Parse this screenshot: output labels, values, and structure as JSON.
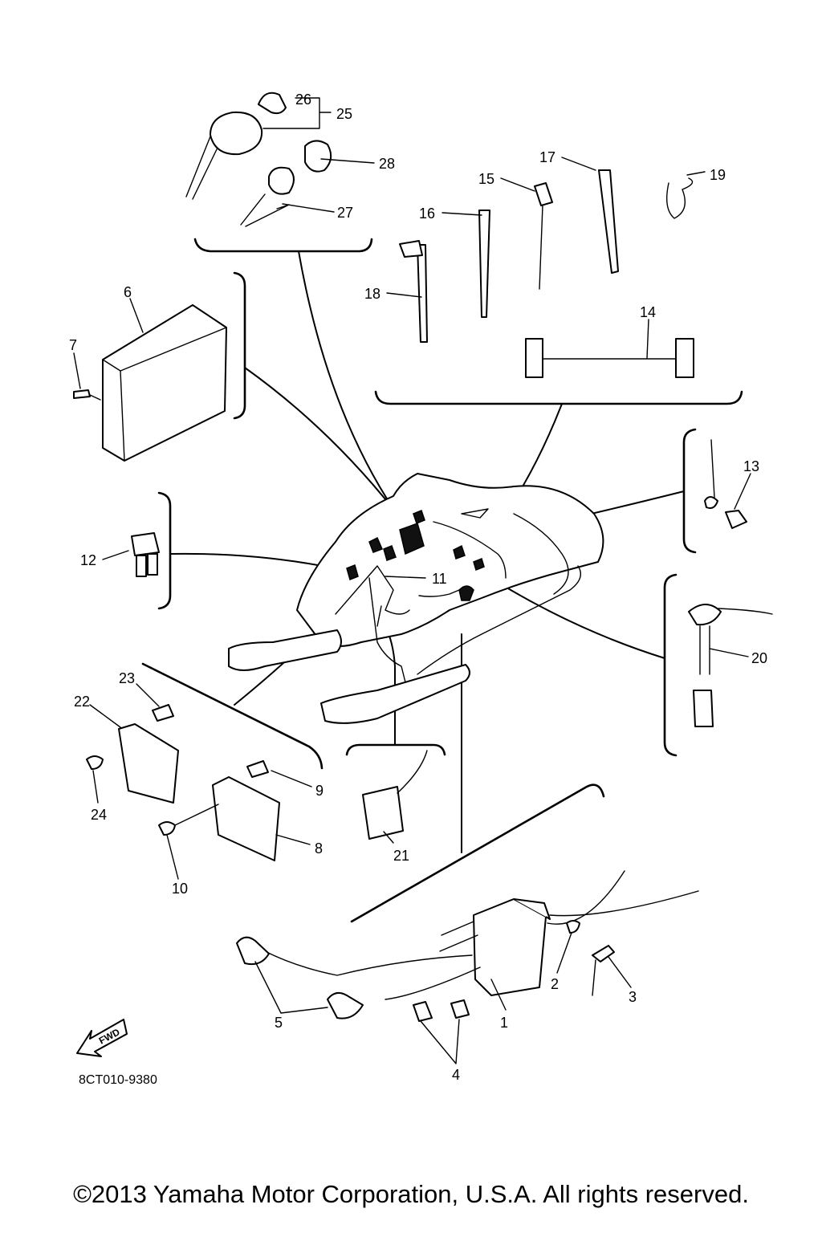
{
  "diagram": {
    "drawing_code": "8CT010-9380",
    "fwd_label": "FWD",
    "callouts": [
      "1",
      "2",
      "3",
      "4",
      "5",
      "6",
      "7",
      "8",
      "9",
      "10",
      "11",
      "12",
      "13",
      "14",
      "15",
      "16",
      "17",
      "18",
      "19",
      "20",
      "21",
      "22",
      "23",
      "24",
      "25",
      "26",
      "27",
      "28"
    ]
  },
  "footer": {
    "copyright": "©2013 Yamaha Motor Corporation, U.S.A. All rights reserved."
  }
}
